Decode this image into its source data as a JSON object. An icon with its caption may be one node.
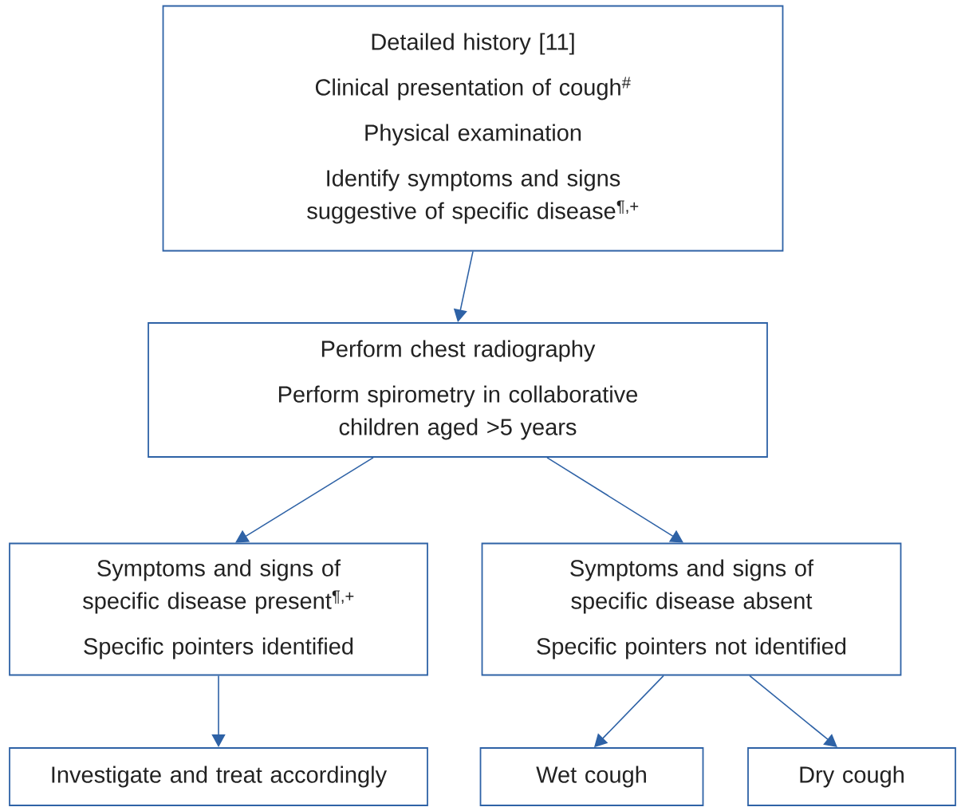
{
  "diagram": {
    "nodes": [
      {
        "text": [
          "Detailed history [11]",
          "Clinical presentation of cough$^{#}$",
          "Physical examination",
          "Identify symptoms and signs suggestive of specific disease$^{¶,+}$"
        ]
      },
      {
        "text": [
          "Perform chest radiography",
          "Perform spirometry in collaborative children aged >5 years"
        ]
      },
      {
        "text": [
          "Symptoms and signs of specific disease present$^{¶,+}$",
          "Specific pointers identified"
        ]
      },
      {
        "text": [
          "Symptoms and signs of specific disease absent",
          "Specific pointers not identified"
        ]
      },
      {
        "text": [
          "Investigate and treat accordingly"
        ]
      },
      {
        "text": [
          "Wet cough"
        ]
      },
      {
        "text": [
          "Dry cough"
        ]
      }
    ],
    "edges": [
      {
        "from": 0,
        "to": 1,
        "arrow": "to"
      },
      {
        "from": 1,
        "to": 2,
        "arrow": "to"
      },
      {
        "from": 1,
        "to": 3,
        "arrow": "to"
      },
      {
        "from": 2,
        "to": 4,
        "arrow": "to"
      },
      {
        "from": 3,
        "to": 5,
        "arrow": "to"
      },
      {
        "from": 3,
        "to": 6,
        "arrow": "to"
      }
    ]
  }
}
